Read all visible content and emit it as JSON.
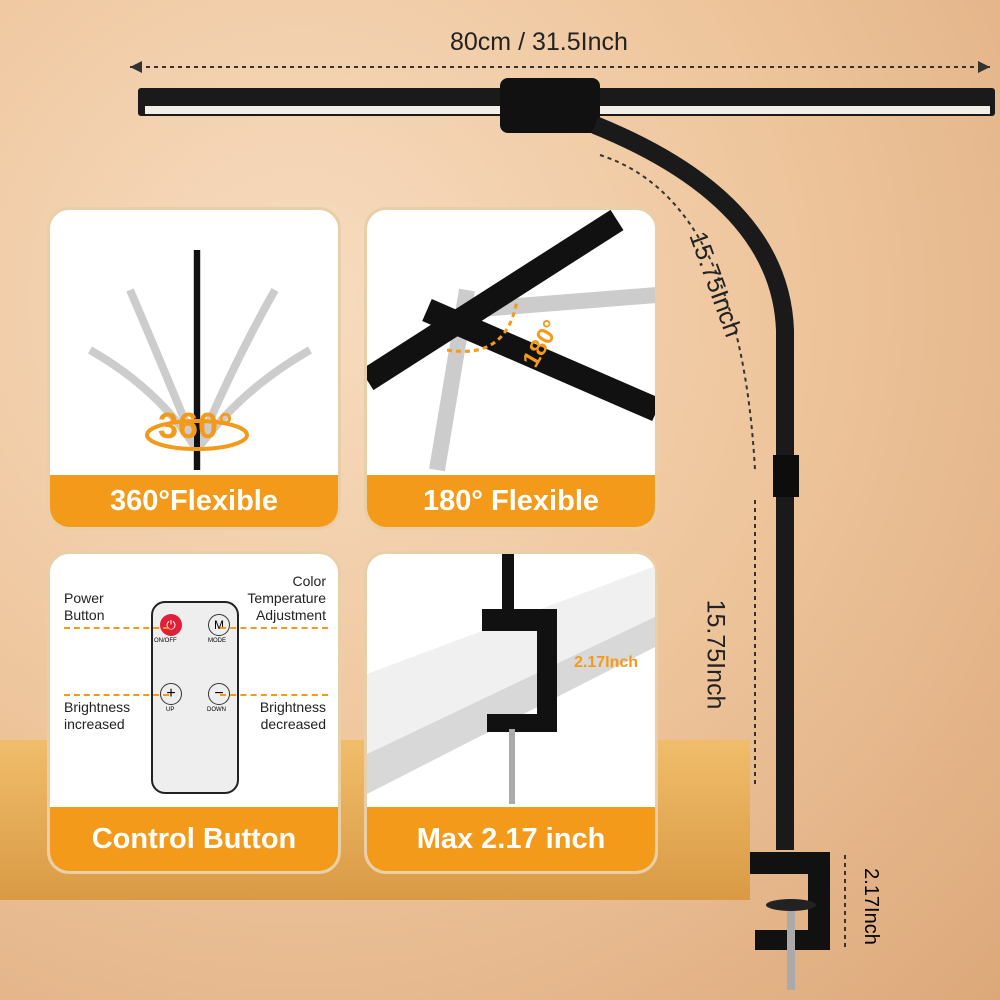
{
  "dimensions": {
    "width_label": "80cm / 31.5Inch",
    "upper_arm": "15.75Inch",
    "lower_arm": "15.75Inch",
    "clamp": "2.17Inch"
  },
  "cards": [
    {
      "title": "360°Flexible",
      "badge": "360°"
    },
    {
      "title": "180° Flexible",
      "badge": "180°"
    },
    {
      "title": "Control Button",
      "labels": {
        "power": "Power Button",
        "color": "Color Temperature Adjustment",
        "up": "Brightness increased",
        "down": "Brightness decreased"
      },
      "buttons": {
        "power": "ON/OFF",
        "mode": "MODE",
        "mode_glyph": "M",
        "up": "UP",
        "down": "DOWN"
      }
    },
    {
      "title": "Max 2.17 inch",
      "clamp_label": "2.17Inch"
    }
  ],
  "colors": {
    "accent": "#f39a1a",
    "lamp": "#1a1a1a"
  }
}
